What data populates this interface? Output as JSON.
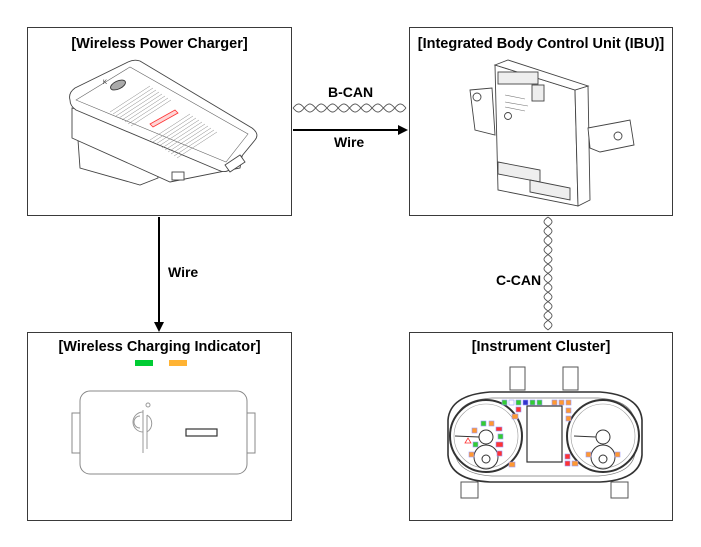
{
  "nodes": {
    "wireless_power_charger": {
      "title": "[Wireless Power Charger]"
    },
    "ibu": {
      "title": "[Integrated Body Control Unit (IBU)]"
    },
    "wireless_charging_indicator": {
      "title": "[Wireless Charging Indicator]",
      "indicator_colors": {
        "charging": "#00cc33",
        "standby": "#ffb333"
      }
    },
    "instrument_cluster": {
      "title": "[Instrument Cluster]"
    }
  },
  "connections": [
    {
      "from": "wireless_power_charger",
      "to": "ibu",
      "type": "twisted-pair",
      "label": "B-CAN"
    },
    {
      "from": "wireless_power_charger",
      "to": "ibu",
      "type": "arrow",
      "label": "Wire"
    },
    {
      "from": "wireless_power_charger",
      "to": "wireless_charging_indicator",
      "type": "arrow",
      "label": "Wire"
    },
    {
      "from": "ibu",
      "to": "instrument_cluster",
      "type": "twisted-pair",
      "label": "C-CAN"
    }
  ],
  "colors": {
    "border": "#3a3a3a",
    "line": "#000000",
    "warning_red": "#ff3333",
    "indicator_green": "#33cc33",
    "indicator_orange": "#ff9933",
    "indicator_blue": "#3333cc"
  }
}
